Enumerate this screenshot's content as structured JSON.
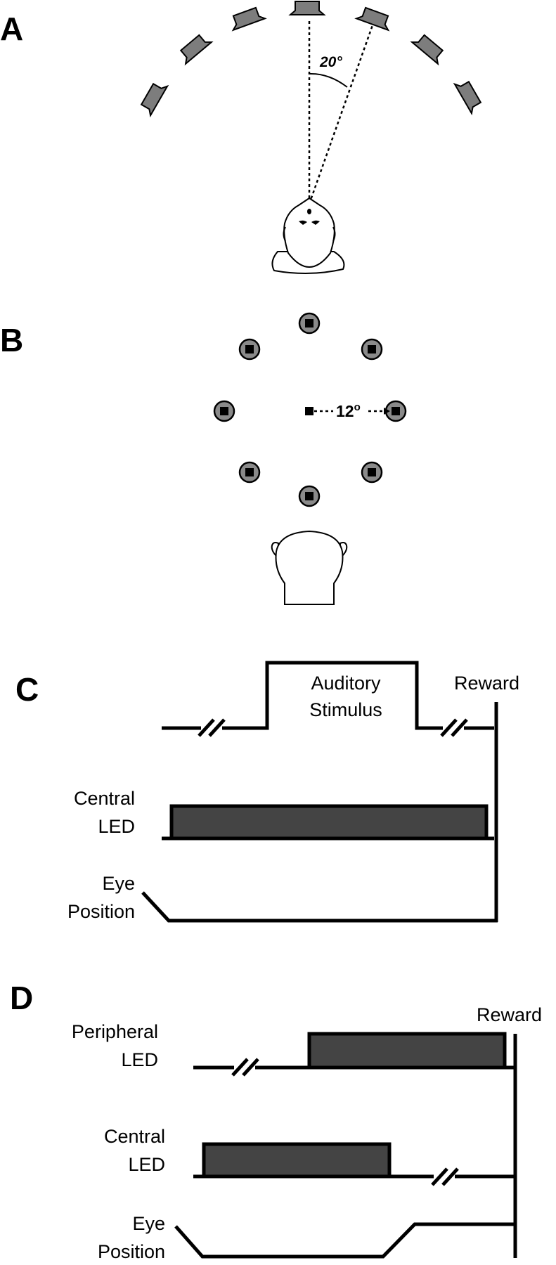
{
  "panels": {
    "a": {
      "letter": "A",
      "angle_label": "20°"
    },
    "b": {
      "letter": "B",
      "eccentricity_value": "12",
      "eccentricity_unit": "o"
    },
    "c": {
      "letter": "C",
      "stimulus_label_line1": "Auditory",
      "stimulus_label_line2": "Stimulus",
      "reward_label": "Reward",
      "central_led_line1": "Central",
      "central_led_line2": "LED",
      "eye_position_line1": "Eye",
      "eye_position_line2": "Position"
    },
    "d": {
      "letter": "D",
      "reward_label": "Reward",
      "peripheral_led_line1": "Peripheral",
      "peripheral_led_line2": "LED",
      "central_led_line1": "Central",
      "central_led_line2": "LED",
      "eye_position_line1": "Eye",
      "eye_position_line2": "Position"
    }
  },
  "colors": {
    "speaker_fill": "#7d7d7d",
    "led_bar_fill": "#444444",
    "led_ring_fill": "#8a8a8a"
  }
}
